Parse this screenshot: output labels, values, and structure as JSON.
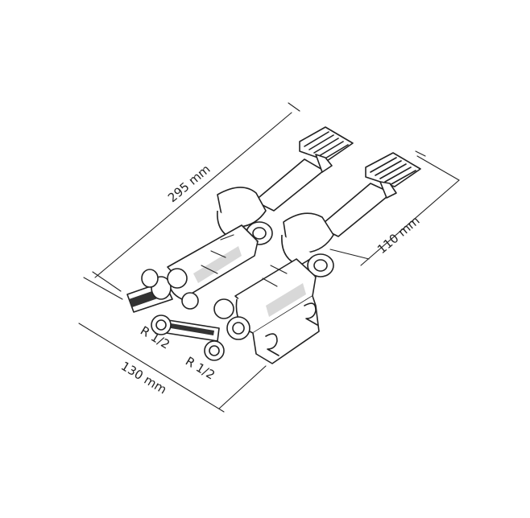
{
  "dimensions": {
    "length": "295 mm",
    "height": "110 mm",
    "width": "130 mm"
  },
  "threads": {
    "left": "R 1/2",
    "right": "R 1/2"
  }
}
